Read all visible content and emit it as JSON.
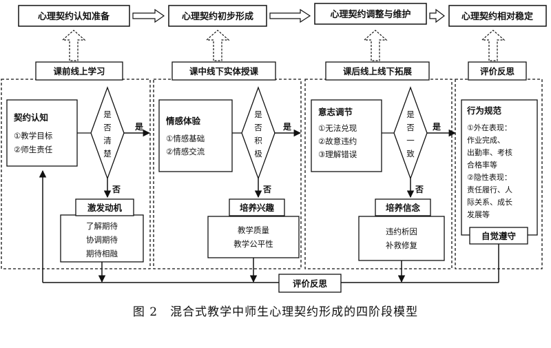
{
  "stages": [
    {
      "title": "心理契约认知准备",
      "phase": "课前线上学习",
      "content_title": "契约认知",
      "content_items": [
        "①教学目标",
        "②师生责任"
      ],
      "diamond": [
        "是",
        "否",
        "清",
        "楚"
      ],
      "yes": "是",
      "no": "否",
      "result_title": "激发动机",
      "result_items": [
        "了解期待",
        "协调期待",
        "期待相融"
      ]
    },
    {
      "title": "心理契约初步形成",
      "phase": "课中线下实体授课",
      "content_title": "情感体验",
      "content_items": [
        "①情感基础",
        "②情感交流"
      ],
      "diamond": [
        "是",
        "否",
        "积",
        "极"
      ],
      "yes": "是",
      "no": "否",
      "result_title": "培养兴趣",
      "result_items": [
        "教学质量",
        "教学公平性"
      ]
    },
    {
      "title": "心理契约调整与维护",
      "phase": "课后线上线下拓展",
      "content_title": "意志调节",
      "content_items": [
        "①无法兑现",
        "②故意违约",
        "③理解错误"
      ],
      "diamond": [
        "是",
        "否",
        "一",
        "致"
      ],
      "yes": "是",
      "no": "否",
      "result_title": "培养信念",
      "result_items": [
        "违约析因",
        "补救修复"
      ]
    },
    {
      "title": "心理契约相对稳定",
      "phase": "评价反思",
      "content_title": "行为规范",
      "content_items": [
        "①外在表现：",
        "作业完成、",
        "出勤率、考核",
        "合格率等",
        "②隐性表现：",
        "责任履行、人",
        "际关系、成长",
        "发展等"
      ],
      "result_title": "自觉遵守"
    }
  ],
  "feedback": "评价反思",
  "caption": "图 2　混合式教学中师生心理契约形成的四阶段模型"
}
